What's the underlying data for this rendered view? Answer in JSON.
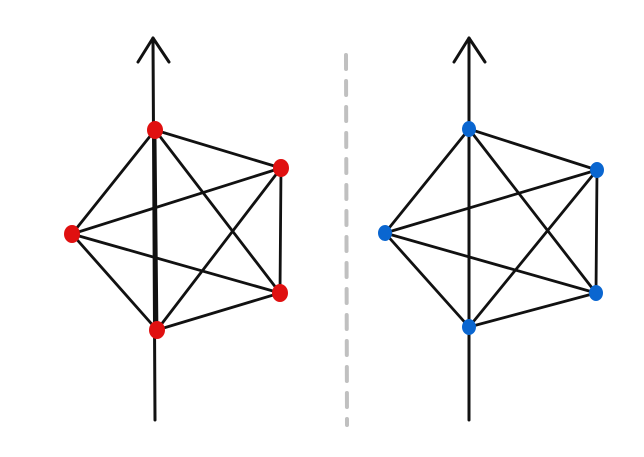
{
  "diagram": {
    "panels": [
      {
        "name": "left-graph",
        "node_color": "#e01010"
      },
      {
        "name": "right-graph",
        "node_color": "#0a66d0"
      }
    ],
    "edge_color": "#111111",
    "divider_color": "#c0c0c0",
    "node_count": 5,
    "edges": [
      [
        0,
        1
      ],
      [
        0,
        2
      ],
      [
        0,
        3
      ],
      [
        0,
        4
      ],
      [
        1,
        2
      ],
      [
        1,
        3
      ],
      [
        1,
        4
      ],
      [
        2,
        3
      ],
      [
        2,
        4
      ],
      [
        3,
        4
      ]
    ]
  }
}
